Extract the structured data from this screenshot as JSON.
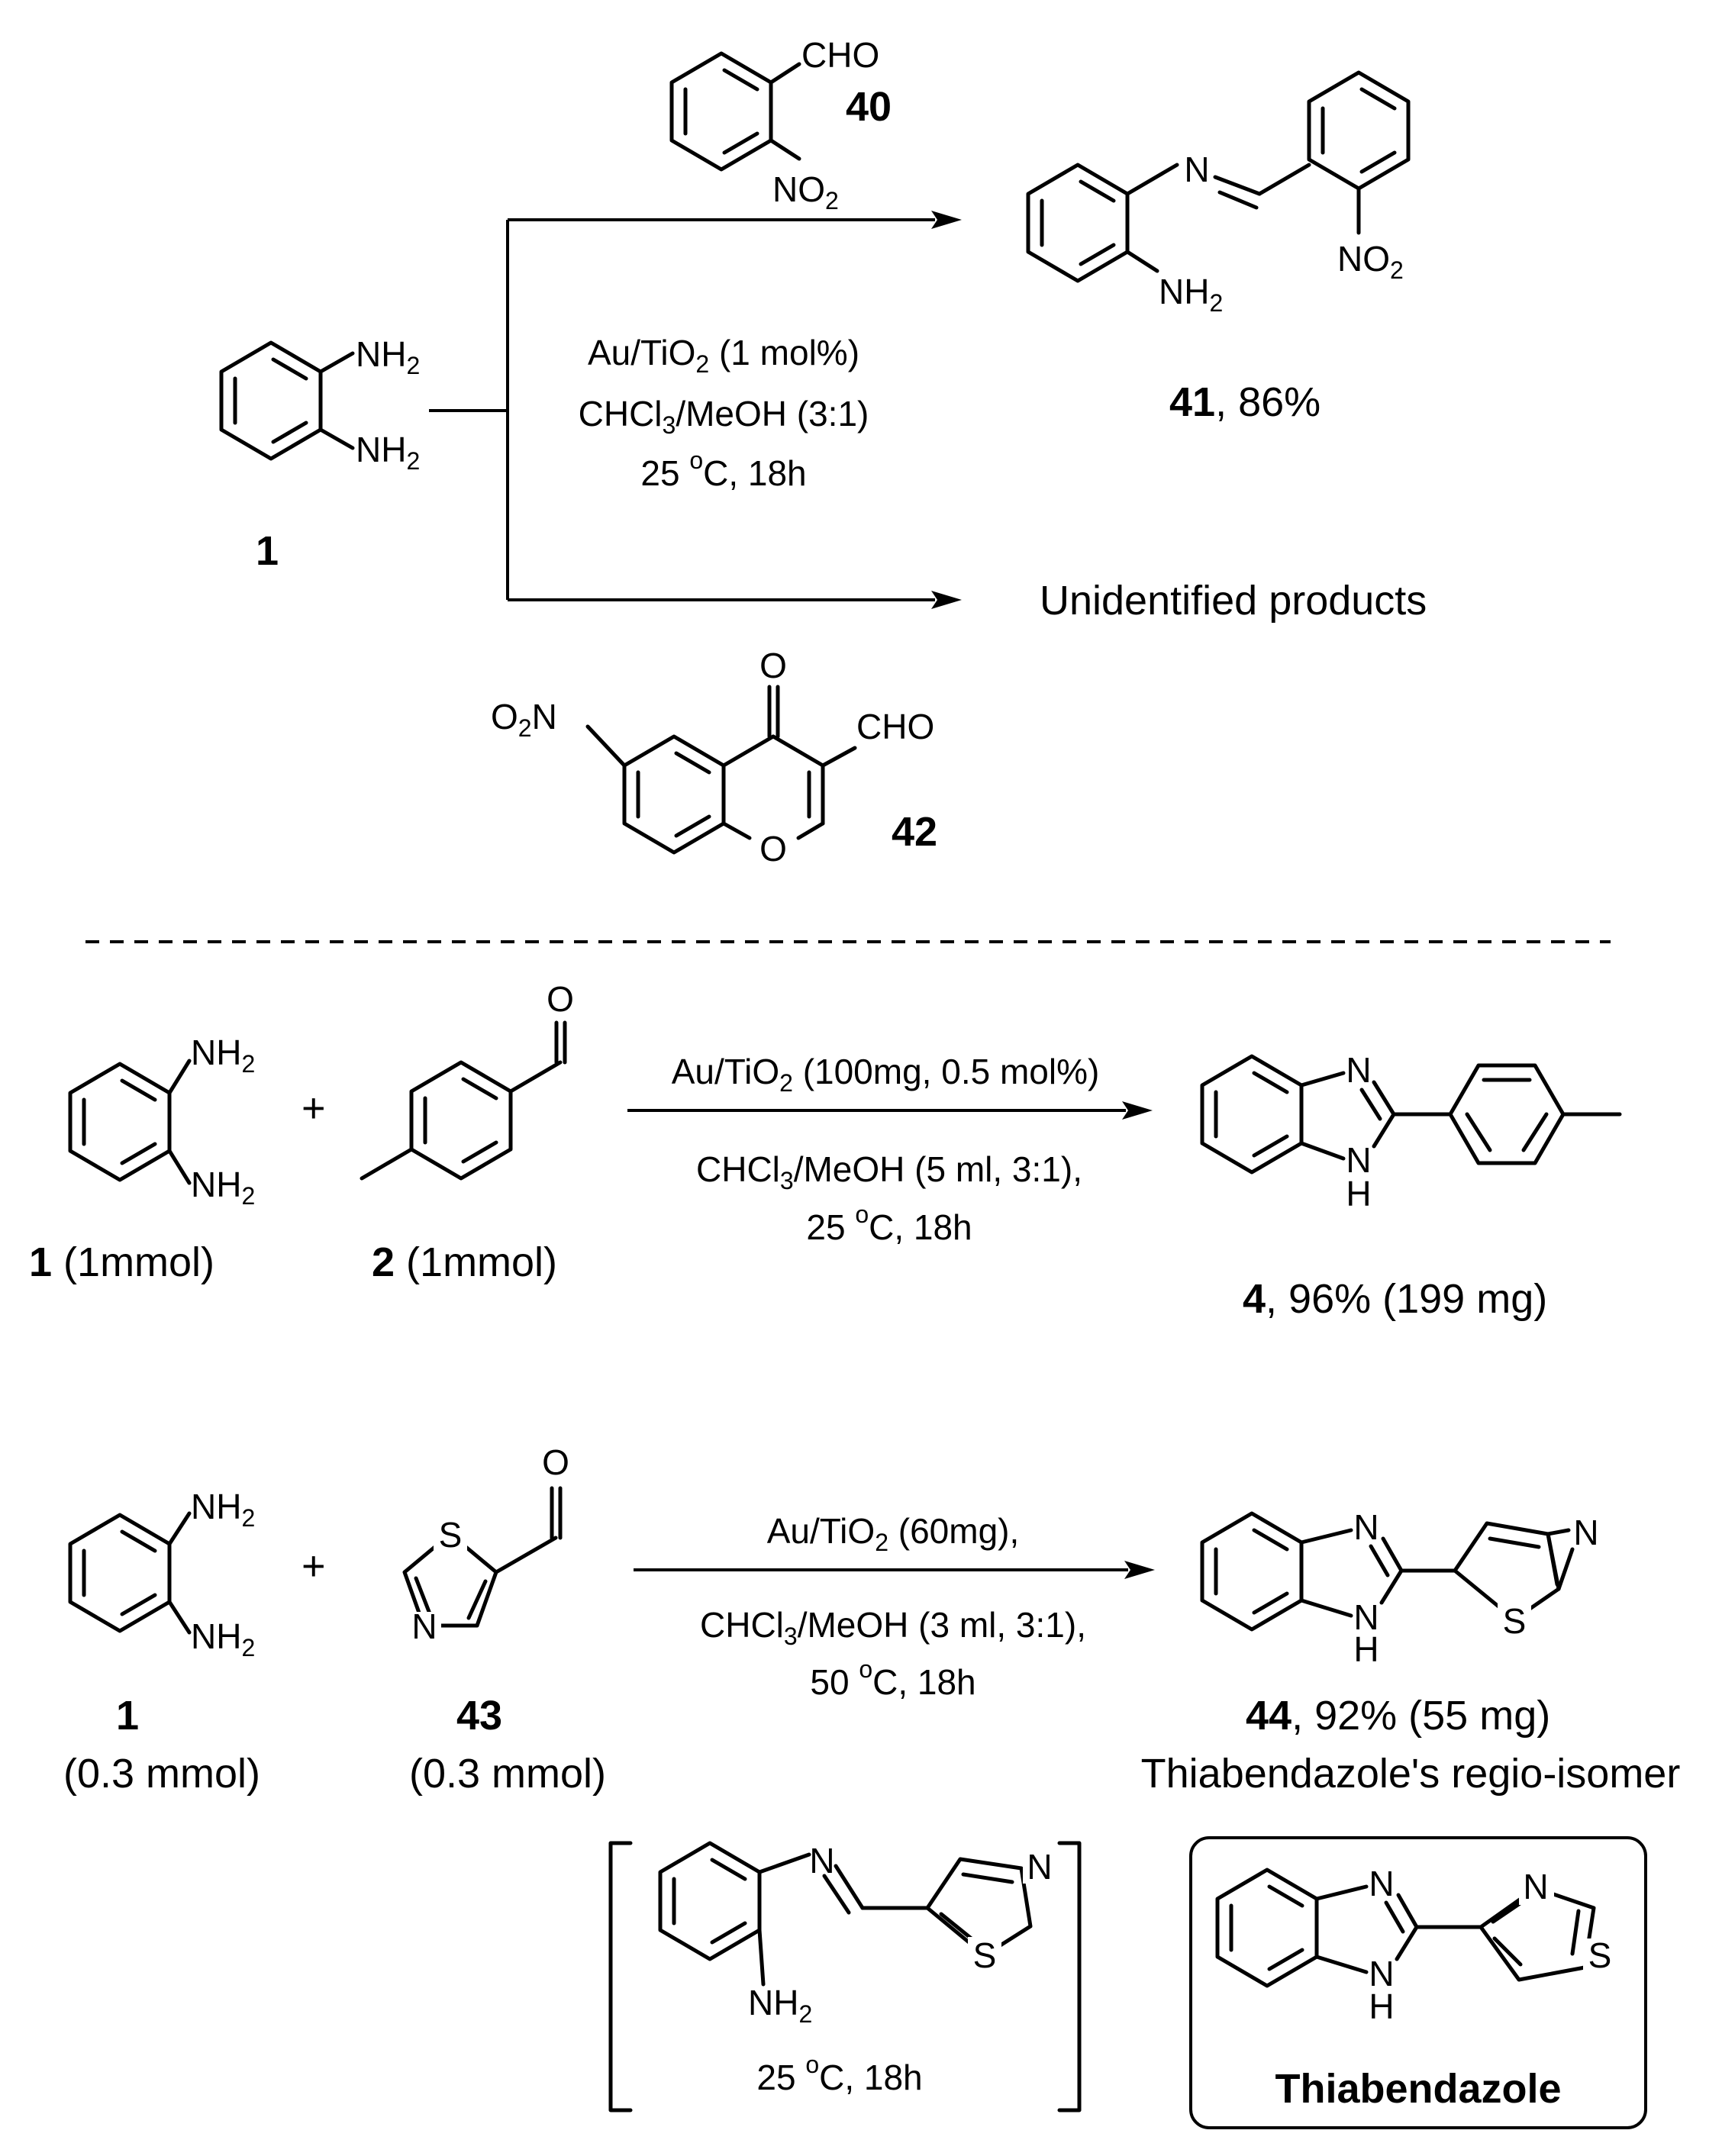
{
  "reaction_top": {
    "reagent_40": {
      "label": "40",
      "cho": "CHO",
      "no2_main": "NO",
      "no2_sub": "2"
    },
    "reagent_42": {
      "label": "42",
      "cho": "CHO",
      "o_ketone": "O",
      "o_ring": "O",
      "o2n_pre": "O",
      "o2n_sub": "2",
      "o2n_post": "N"
    },
    "start_1": {
      "label": "1",
      "nh2_main": "NH",
      "nh2_sub": "2"
    },
    "conditions": {
      "line1_pre": "Au/TiO",
      "line1_sub": "2",
      "line1_post": " (1 mol%)",
      "line2_pre": "CHCl",
      "line2_sub": "3",
      "line2_post": "/MeOH (3:1)",
      "line3_pre": "25 ",
      "line3_sup": "o",
      "line3_post": "C, 18h"
    },
    "product_41": {
      "label": "41",
      "yield": ", 86%",
      "n": "N",
      "nh2_main": "NH",
      "nh2_sub": "2",
      "no2_main": "NO",
      "no2_sub": "2"
    },
    "product_other": "Unidentified products"
  },
  "reaction_middle": {
    "reactant_1": {
      "label": "1",
      "amount": " (1mmol)",
      "nh2_main": "NH",
      "nh2_sub": "2"
    },
    "plus": "+",
    "reactant_2": {
      "label": "2",
      "amount": " (1mmol)",
      "o": "O"
    },
    "conditions": {
      "line1_pre": "Au/TiO",
      "line1_sub": "2",
      "line1_post": " (100mg, 0.5 mol%)",
      "line2_pre": "CHCl",
      "line2_sub": "3",
      "line2_post": "/MeOH (5 ml, 3:1),",
      "line3_pre": "25 ",
      "line3_sup": "o",
      "line3_post": "C, 18h"
    },
    "product_4": {
      "label": "4",
      "yield": ", 96% (199 mg)",
      "n": "N",
      "nh_n": "N",
      "nh_h": "H"
    }
  },
  "reaction_bottom": {
    "reactant_1": {
      "label": "1",
      "amount": "(0.3 mmol)",
      "nh2_main": "NH",
      "nh2_sub": "2"
    },
    "plus": "+",
    "reactant_43": {
      "label": "43",
      "amount": "(0.3 mmol)",
      "o": "O",
      "s": "S",
      "n": "N"
    },
    "conditions": {
      "line1_pre": "Au/TiO",
      "line1_sub": "2",
      "line1_post": " (60mg),",
      "line2_pre": "CHCl",
      "line2_sub": "3",
      "line2_post": "/MeOH (3 ml, 3:1),",
      "line3_pre": "50 ",
      "line3_sup": "o",
      "line3_post": "C, 18h"
    },
    "product_44": {
      "label": "44",
      "yield": ", 92% (55 mg)",
      "caption": "Thiabendazole's regio-isomer",
      "n": "N",
      "nh_n": "N",
      "nh_h": "H",
      "thz_n": "N",
      "thz_s": "S"
    },
    "intermediate": {
      "conditions_pre": "25 ",
      "conditions_sup": "o",
      "conditions_post": "C, 18h",
      "n": "N",
      "thz_n": "N",
      "thz_s": "S",
      "nh2_main": "NH",
      "nh2_sub": "2"
    },
    "thiabendazole": {
      "label": "Thiabendazole",
      "n": "N",
      "nh_n": "N",
      "nh_h": "H",
      "thz_n": "N",
      "thz_s": "S"
    }
  }
}
